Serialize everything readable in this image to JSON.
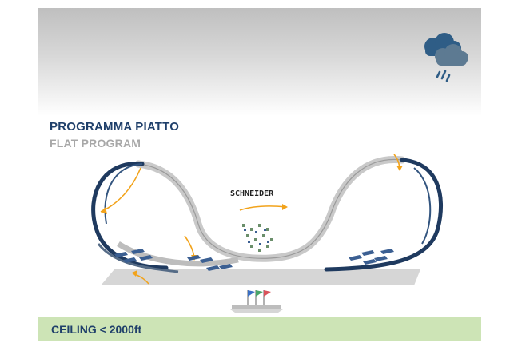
{
  "slide": {
    "title_it": "PROGRAMMA PIATTO",
    "title_en": "FLAT PROGRAM",
    "ceiling_label": "CEILING < 2000ft"
  },
  "diagram": {
    "maneuver_label": "SCHNEIDER",
    "icons": [
      "rain-cloud-icon",
      "aircraft-formation-icon",
      "flag-icon"
    ],
    "colors": {
      "track_dark": "#1f3a5f",
      "track_light": "#c8c8c8",
      "arrow": "#f2a31b",
      "ground": "#d6d6d6",
      "flag_blue": "#3a6fc4",
      "flag_green": "#49a56a",
      "flag_red": "#d9535b"
    }
  }
}
